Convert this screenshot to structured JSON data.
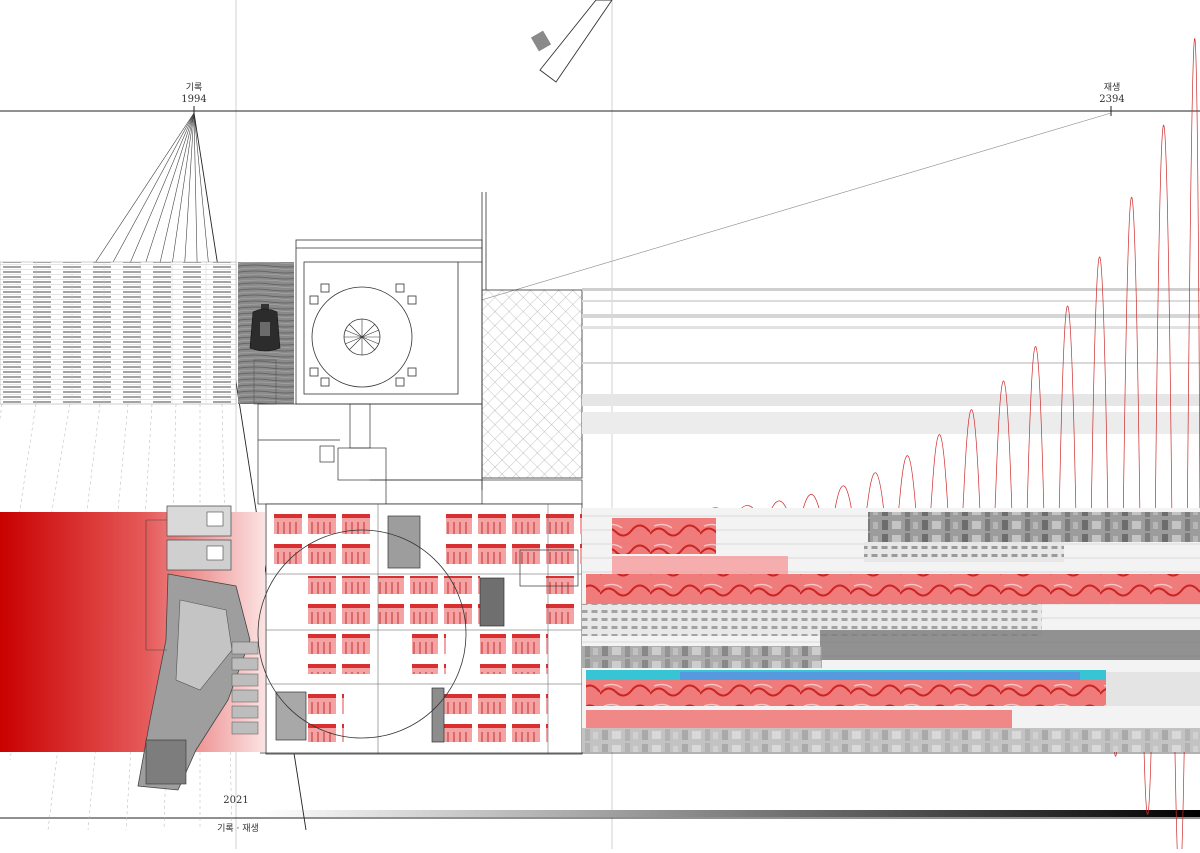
{
  "timeline": {
    "left_marker": {
      "title": "기록",
      "year": "1994"
    },
    "right_marker": {
      "title": "재생",
      "year": "2394"
    },
    "bottom_marker": {
      "year": "2021",
      "caption": "기록 · 재생"
    }
  },
  "colors": {
    "accent_red": "#cc0000",
    "soft_red": "#f28a8a",
    "line": "#222222",
    "grey_band": "#cfcfcf",
    "cyan_band": "#37c4d4",
    "blue_band": "#5f8fe0"
  },
  "icons": {
    "bell": "temple-bell-icon",
    "pavilion": "pavilion-plan-icon",
    "machine": "industrial-machine-icon"
  }
}
